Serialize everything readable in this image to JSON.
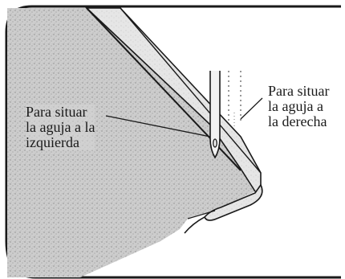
{
  "diagram": {
    "labels": {
      "left_needle": [
        "Para situar",
        "la aguja a la",
        "izquierda"
      ],
      "right_needle": [
        "Para situar",
        "la aguja a",
        "la derecha"
      ]
    },
    "colors": {
      "background": "#ffffff",
      "fabric_fill": "#c9c9c9",
      "outline": "#1a1a1a"
    },
    "icons": [
      "sewing-needle-icon"
    ]
  }
}
